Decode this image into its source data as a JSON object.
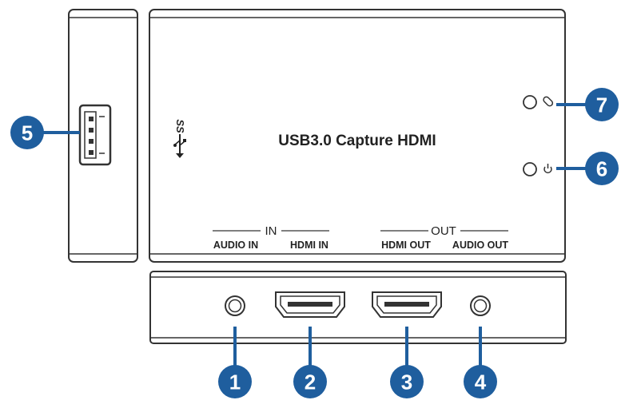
{
  "device": {
    "title": "USB3.0 Capture HDMI",
    "usb_logo": "SS",
    "group_in": "IN",
    "group_out": "OUT",
    "port_labels": {
      "audio_in": "AUDIO IN",
      "hdmi_in": "HDMI IN",
      "hdmi_out": "HDMI OUT",
      "audio_out": "AUDIO OUT"
    }
  },
  "callouts": {
    "c1": "1",
    "c2": "2",
    "c3": "3",
    "c4": "4",
    "c5": "5",
    "c6": "6",
    "c7": "7"
  },
  "colors": {
    "callout": "#1f5e9e",
    "outline": "#333333"
  },
  "icons": {
    "usb_port": "usb-a-port-icon",
    "power_led": "power-icon",
    "link_led": "link-icon"
  }
}
